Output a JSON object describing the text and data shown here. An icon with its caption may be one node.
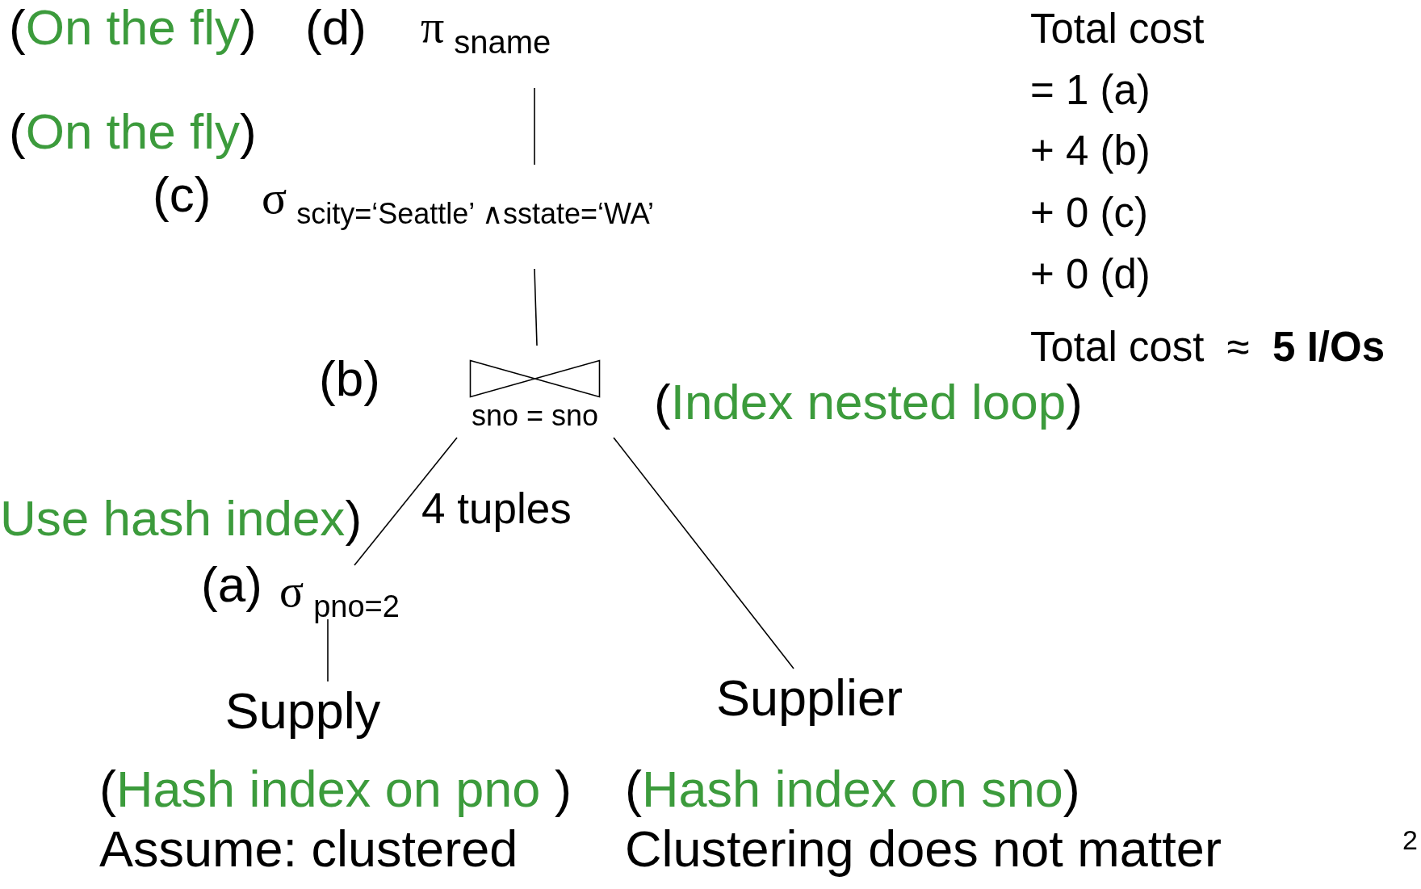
{
  "diagram": {
    "nodes": [
      {
        "text": [
          "π$_{sname}$"
        ],
        "beside": [
          "(On the fly)",
          "(d)"
        ]
      },
      {
        "text": [
          "σ$_{scity=‘Seattle’ ∧sstate=‘WA’}$"
        ],
        "beside": [
          "(On the fly)",
          "(c)"
        ]
      },
      {
        "text": [
          "sno = sno"
        ],
        "beside": [
          "(b)",
          "(Index nested loop)"
        ]
      },
      {
        "text": [
          "σ$_{pno=2}$"
        ],
        "beside": [
          "Use hash index)",
          "(a)"
        ]
      },
      {
        "text": [
          "Supply"
        ],
        "beside": [
          "(Hash index on pno )",
          "Assume: clustered"
        ]
      },
      {
        "text": [
          "Supplier"
        ],
        "beside": [
          "(Hash index on sno)",
          "Clustering does not matter"
        ]
      }
    ],
    "edges": [
      {
        "from": 0,
        "to": 1,
        "arrow": "none"
      },
      {
        "from": 1,
        "to": 2,
        "arrow": "none"
      },
      {
        "from": 2,
        "to": 3,
        "arrow": "none",
        "label": "4 tuples"
      },
      {
        "from": 2,
        "to": 5,
        "arrow": "none"
      },
      {
        "from": 3,
        "to": 4,
        "arrow": "none"
      }
    ],
    "labels": [
      "Total cost",
      "= 1 (a)",
      "+ 4 (b)",
      "+ 0 (c)",
      "+ 0 (d)",
      "Total cost  ≈  **5 I/Os**",
      "2"
    ]
  }
}
